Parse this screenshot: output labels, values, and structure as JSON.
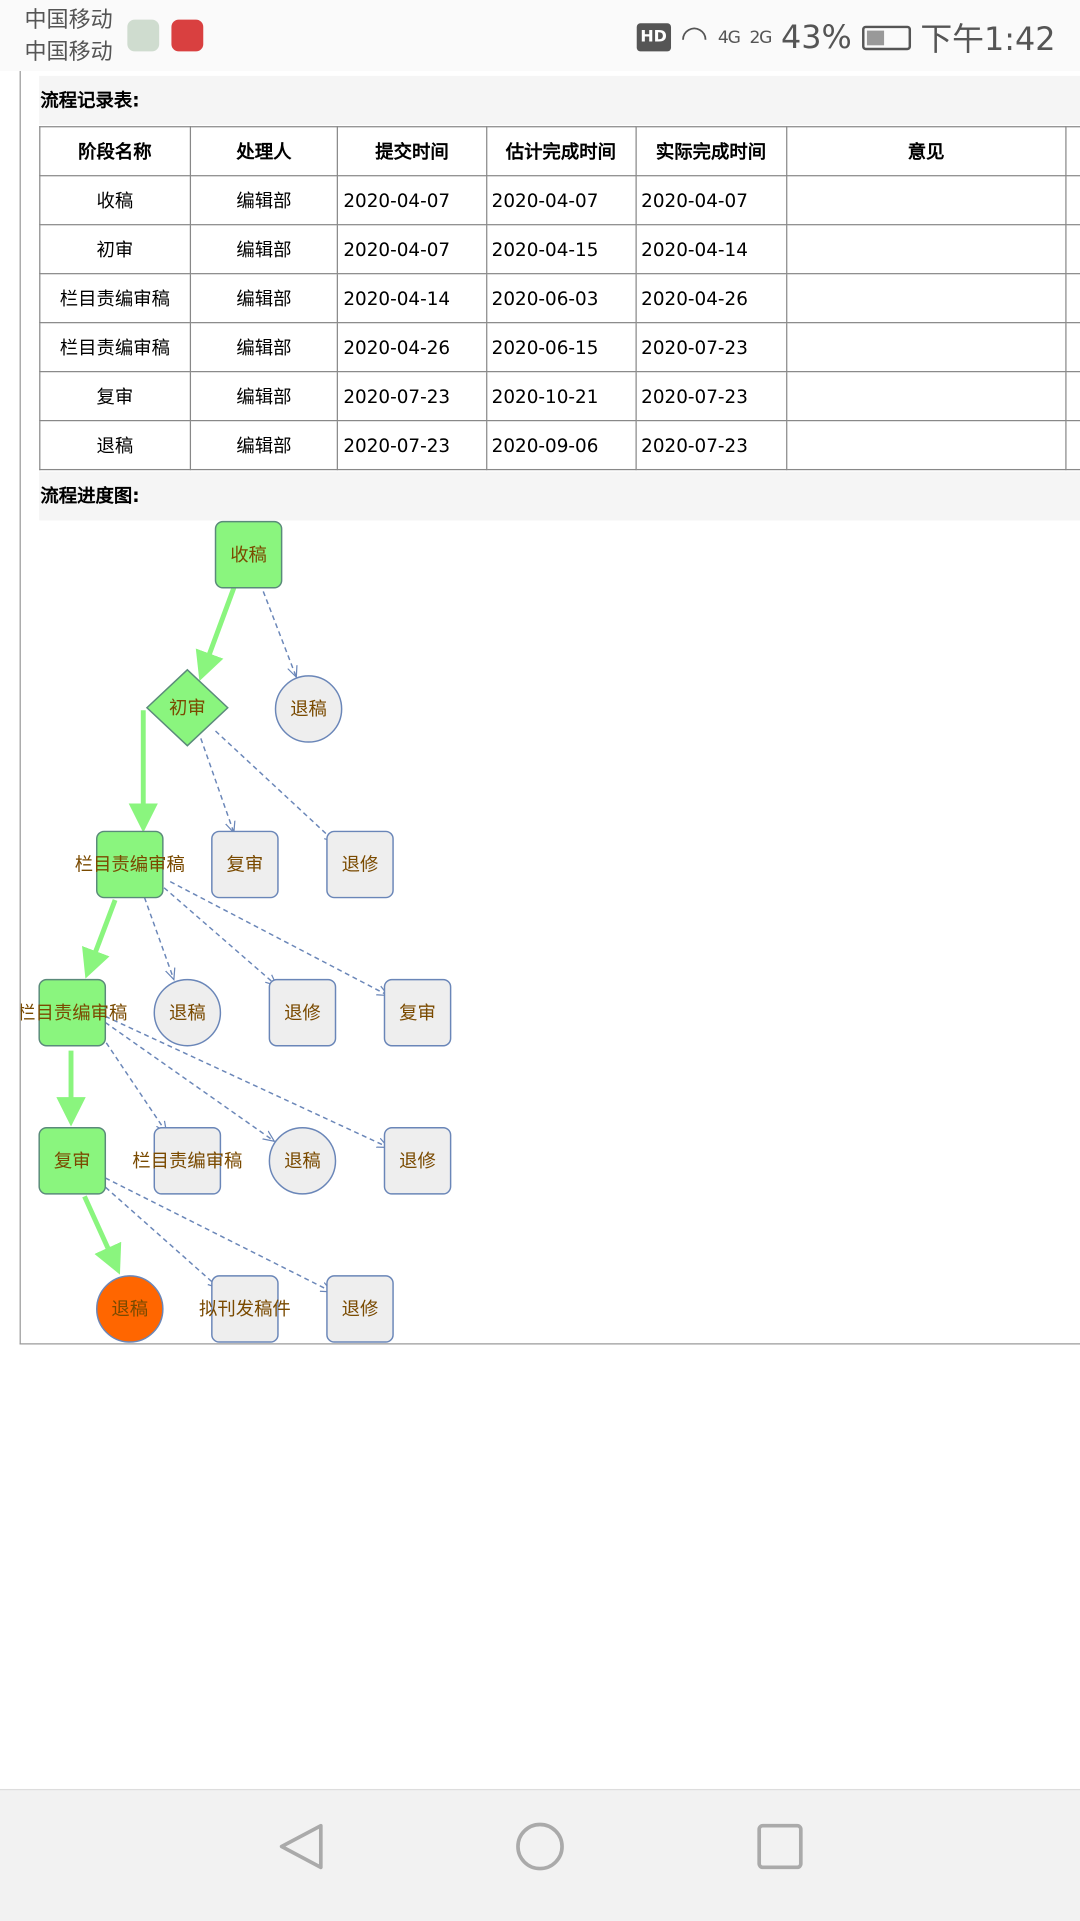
{
  "status_bar": {
    "carrier1": "中国移动",
    "carrier2": "中国移动",
    "hd": "HD",
    "net1": "4G",
    "net2": "2G",
    "battery": "43%",
    "time": "下午1:42"
  },
  "record_section": {
    "title": "流程记录表:",
    "columns": [
      "阶段名称",
      "处理人",
      "提交时间",
      "估计完成时间",
      "实际完成时间",
      "意见"
    ],
    "rows": [
      [
        "收稿",
        "编辑部",
        "2020-04-07",
        "2020-04-07",
        "2020-04-07",
        ""
      ],
      [
        "初审",
        "编辑部",
        "2020-04-07",
        "2020-04-15",
        "2020-04-14",
        ""
      ],
      [
        "栏目责编审稿",
        "编辑部",
        "2020-04-14",
        "2020-06-03",
        "2020-04-26",
        ""
      ],
      [
        "栏目责编审稿",
        "编辑部",
        "2020-04-26",
        "2020-06-15",
        "2020-07-23",
        ""
      ],
      [
        "复审",
        "编辑部",
        "2020-07-23",
        "2020-10-21",
        "2020-07-23",
        ""
      ],
      [
        "退稿",
        "编辑部",
        "2020-07-23",
        "2020-09-06",
        "2020-07-23",
        ""
      ]
    ]
  },
  "diagram": {
    "title": "流程进度图:",
    "colors": {
      "done": "#8af57e",
      "pending": "#eeeeee",
      "current": "#ff6600",
      "border": "#6a86b8",
      "label": "#7a4a00"
    },
    "nodes": [
      {
        "label": "收稿",
        "shape": "rect",
        "state": "done"
      },
      {
        "label": "初审",
        "shape": "diamond",
        "state": "done"
      },
      {
        "label": "退稿",
        "shape": "circle",
        "state": "pending"
      },
      {
        "label": "栏目责编审稿",
        "shape": "rect",
        "state": "done"
      },
      {
        "label": "复审",
        "shape": "rect",
        "state": "pending"
      },
      {
        "label": "退修",
        "shape": "rect",
        "state": "pending"
      },
      {
        "label": "栏目责编审稿",
        "shape": "rect",
        "state": "done"
      },
      {
        "label": "退稿",
        "shape": "circle",
        "state": "pending"
      },
      {
        "label": "退修",
        "shape": "rect",
        "state": "pending"
      },
      {
        "label": "复审",
        "shape": "rect",
        "state": "pending"
      },
      {
        "label": "复审",
        "shape": "rect",
        "state": "done"
      },
      {
        "label": "栏目责编审稿",
        "shape": "rect",
        "state": "pending"
      },
      {
        "label": "退稿",
        "shape": "circle",
        "state": "pending"
      },
      {
        "label": "退修",
        "shape": "rect",
        "state": "pending"
      },
      {
        "label": "退稿",
        "shape": "circle",
        "state": "current"
      },
      {
        "label": "拟刊发稿件",
        "shape": "rect",
        "state": "pending"
      },
      {
        "label": "退修",
        "shape": "rect",
        "state": "pending"
      }
    ]
  }
}
